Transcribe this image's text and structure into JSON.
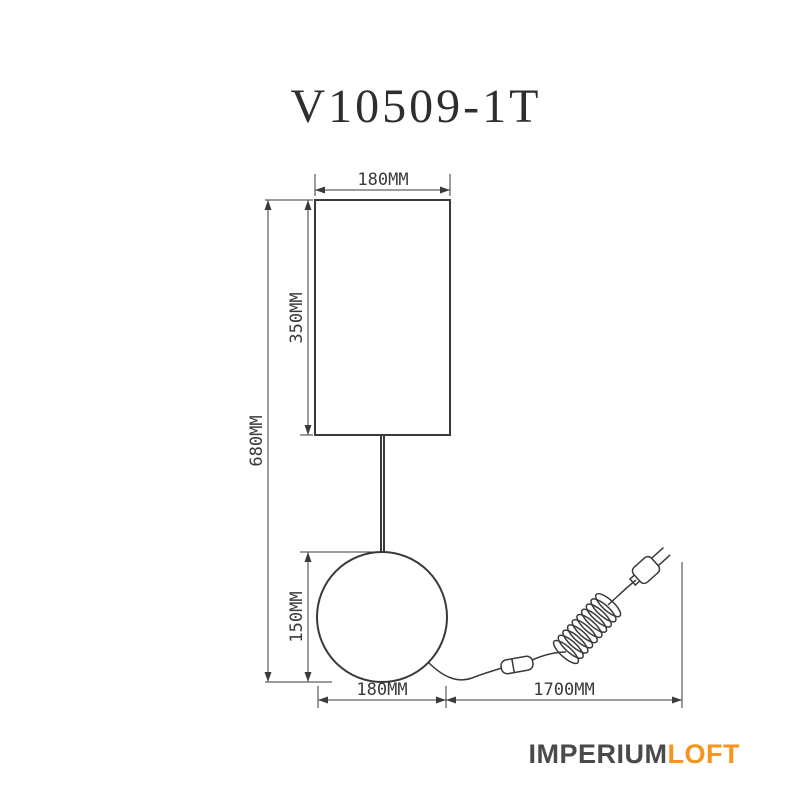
{
  "title": "V10509-1T",
  "drawing": {
    "dimensions": {
      "shade_width": "180MM",
      "shade_height": "350MM",
      "total_height": "680MM",
      "base_height": "150MM",
      "base_width": "180MM",
      "cord_length": "1700MM"
    },
    "parts": {
      "lampshade": "cylindrical-lampshade",
      "stem": "lamp-stem",
      "base": "sphere-base",
      "cord": "power-cord",
      "switch": "inline-switch",
      "coil": "coiled-cord",
      "plug": "power-plug"
    }
  },
  "logo": {
    "part1": "IMPERIUM",
    "part2": "LOFT",
    "part1_color": "#4a4a4c",
    "part2_color": "#f7941d"
  },
  "colors": {
    "line": "#3a3a3a",
    "background": "#ffffff"
  }
}
